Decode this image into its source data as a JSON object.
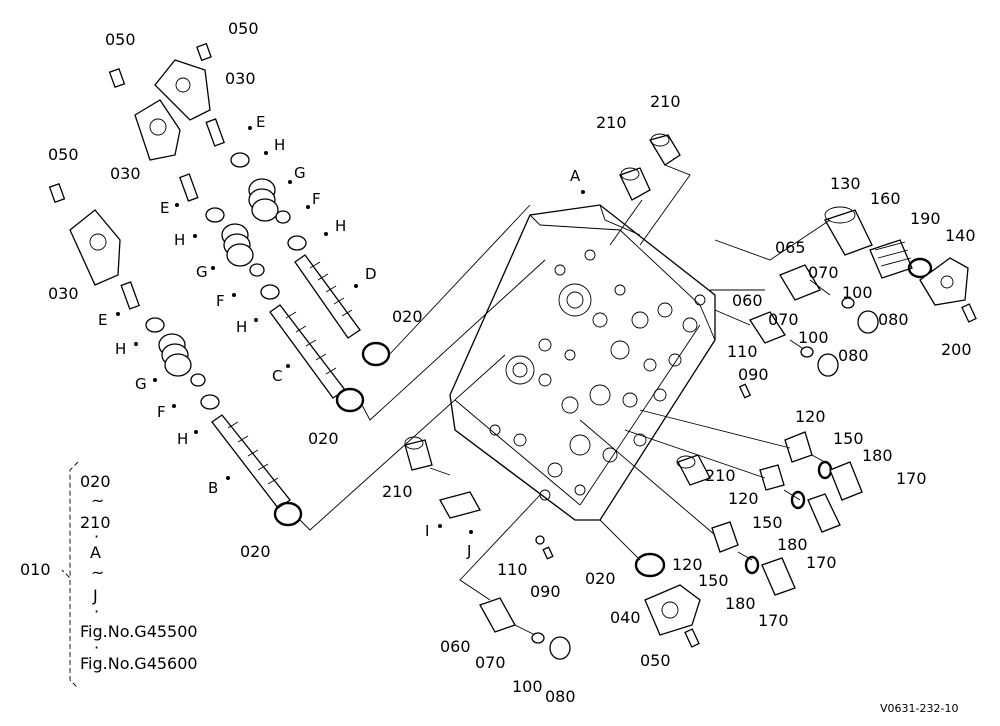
{
  "labels": {
    "p050_a": "050",
    "p050_b": "050",
    "p050_c": "050",
    "p050_d": "050",
    "p030_a": "030",
    "p030_b": "030",
    "p030_c": "030",
    "p020_a": "020",
    "p020_b": "020",
    "p020_c": "020",
    "p020_d": "020",
    "p210_a": "210",
    "p210_b": "210",
    "p210_c": "210",
    "p210_d": "210",
    "p130": "130",
    "p160": "160",
    "p190": "190",
    "p140": "140",
    "p200": "200",
    "p065": "065",
    "p070_a": "070",
    "p070_b": "070",
    "p070_c": "070",
    "p100_a": "100",
    "p100_b": "100",
    "p100_c": "100",
    "p080_a": "080",
    "p080_b": "080",
    "p080_c": "080",
    "p060_a": "060",
    "p060_b": "060",
    "p110_a": "110",
    "p110_b": "110",
    "p090_a": "090",
    "p090_b": "090",
    "p120_a": "120",
    "p120_b": "120",
    "p120_c": "120",
    "p150_a": "150",
    "p150_b": "150",
    "p150_c": "150",
    "p180_a": "180",
    "p180_b": "180",
    "p180_c": "180",
    "p170_a": "170",
    "p170_b": "170",
    "p170_c": "170",
    "p040": "040"
  },
  "letters": {
    "A": "A",
    "B": "B",
    "C": "C",
    "D": "D",
    "E1": "E",
    "E2": "E",
    "E3": "E",
    "F1": "F",
    "F2": "F",
    "F3": "F",
    "G1": "G",
    "G2": "G",
    "G3": "G",
    "H1": "H",
    "H2": "H",
    "H3": "H",
    "H4": "H",
    "H5": "H",
    "H6": "H",
    "I": "I",
    "J": "J"
  },
  "legend": {
    "assembly": "010",
    "line1": "020",
    "tilde1": "~",
    "line2": "210",
    "dot1": "·",
    "line3": "A",
    "tilde2": "~",
    "line4": "J",
    "dot2": "·",
    "line5": "Fig.No.G45500",
    "dot3": "·",
    "line6": "Fig.No.G45600"
  },
  "drawing_ref": "V0631-232-10"
}
